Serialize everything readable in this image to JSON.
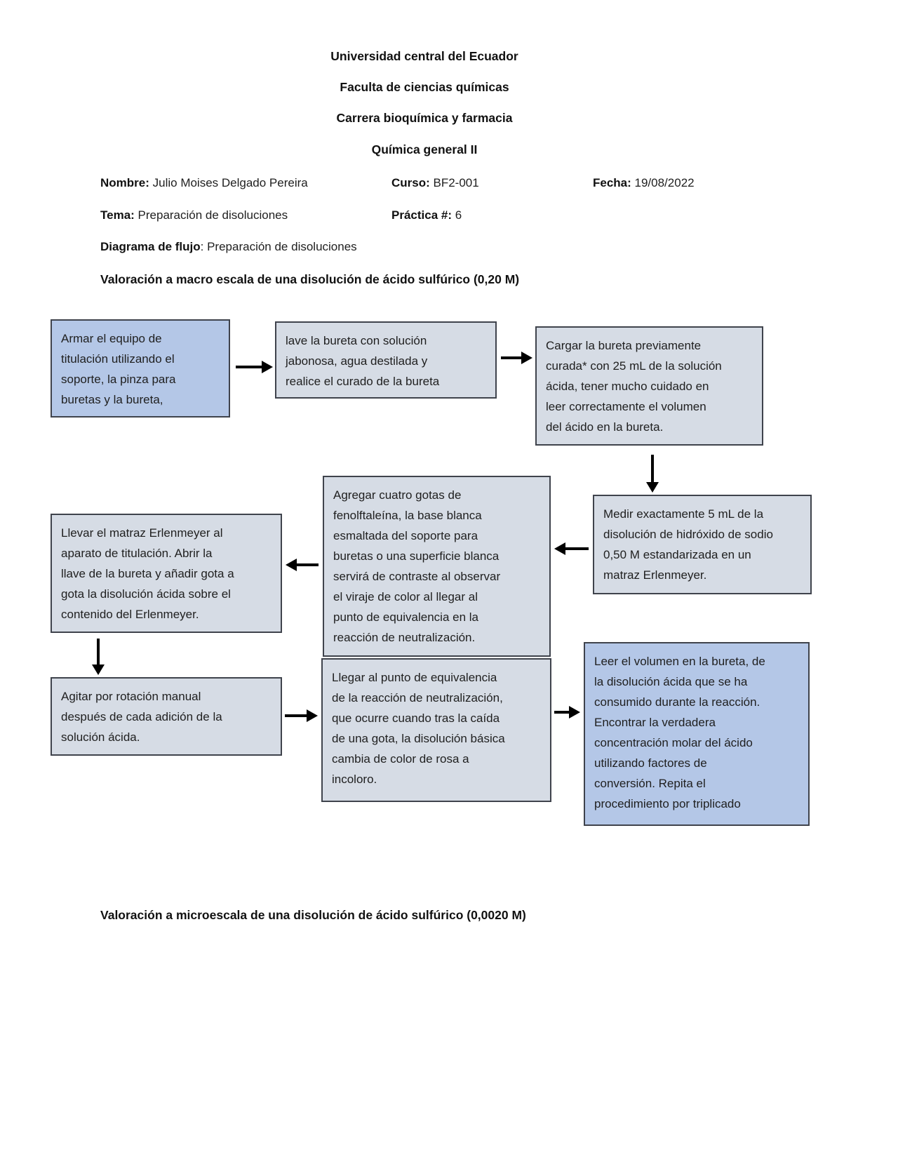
{
  "document": {
    "header_lines": [
      "Universidad central del Ecuador",
      "Faculta de ciencias químicas",
      "Carrera bioquímica y farmacia",
      "Química general II"
    ],
    "info": {
      "nombre": {
        "label": "Nombre:",
        "value": " Julio Moises Delgado Pereira"
      },
      "curso": {
        "label": "Curso:",
        "value": " BF2-001"
      },
      "fecha": {
        "label": "Fecha:",
        "value": " 19/08/2022"
      },
      "tema": {
        "label": "Tema:",
        "value": " Preparación de disoluciones"
      },
      "practica": {
        "label": "Práctica #:",
        "value": " 6"
      },
      "diagrama": {
        "label": "Diagrama de flujo",
        "value": ": Preparación de disoluciones"
      }
    },
    "section_titles": {
      "macro": "Valoración a macro escala de una disolución de ácido sulfúrico (0,20 M)",
      "micro": "Valoración a microescala de una disolución de ácido sulfúrico (0,0020 M)"
    }
  },
  "flowchart": {
    "boxes": [
      {
        "id": "armar-equipo",
        "variant": "blue",
        "text": "Armar el equipo de\ntitulación utilizando el\nsoporte, la pinza para\nburetas y la bureta,"
      },
      {
        "id": "lavar-bureta",
        "variant": "gray",
        "text": "lave la bureta con solución\njabonosa, agua destilada y\nrealice el curado de la bureta"
      },
      {
        "id": "cargar-bureta",
        "variant": "gray",
        "text": "Cargar la bureta previamente\ncurada* con 25 mL de la solución\nácida, tener mucho cuidado en\nleer correctamente el volumen\ndel ácido en la bureta."
      },
      {
        "id": "medir-naoh",
        "variant": "gray",
        "text": "Medir exactamente 5 mL de la\ndisolución de hidróxido de sodio\n0,50 M estandarizada en un\nmatraz Erlenmeyer."
      },
      {
        "id": "agregar-fenolftaleina",
        "variant": "gray",
        "text": "Agregar cuatro gotas de\nfenolftaleína, la base blanca\nesmaltada del soporte para\nburetas o una superficie blanca\nservirá de contraste al observar\nel viraje de color al llegar al\npunto de equivalencia en la\nreacción de neutralización."
      },
      {
        "id": "llevar-matraz",
        "variant": "gray",
        "text": "Llevar el matraz Erlenmeyer al\naparato de titulación. Abrir la\nllave de la bureta y añadir gota a\ngota la disolución ácida sobre el\ncontenido del Erlenmeyer."
      },
      {
        "id": "agitar-rotacion",
        "variant": "gray",
        "text": "Agitar por rotación manual\ndespués de cada adición de la\nsolución ácida."
      },
      {
        "id": "punto-equivalencia",
        "variant": "gray",
        "text": "Llegar al punto de equivalencia\nde la reacción de neutralización,\nque ocurre cuando tras la caída\nde una gota, la disolución básica\ncambia de color de rosa a\nincoloro."
      },
      {
        "id": "leer-volumen",
        "variant": "blue",
        "text": "Leer el volumen en la bureta, de\nla disolución ácida que se ha\nconsumido durante la reacción.\nEncontrar la verdadera\nconcentración molar del ácido\nutilizando factores de\nconversión. Repita el\nprocedimiento por triplicado"
      }
    ]
  },
  "colors": {
    "box_blue": "#b4c7e7",
    "box_gray": "#d6dce5",
    "box_border": "#3f434c",
    "arrow": "#000000",
    "text": "#1f1f1f"
  }
}
